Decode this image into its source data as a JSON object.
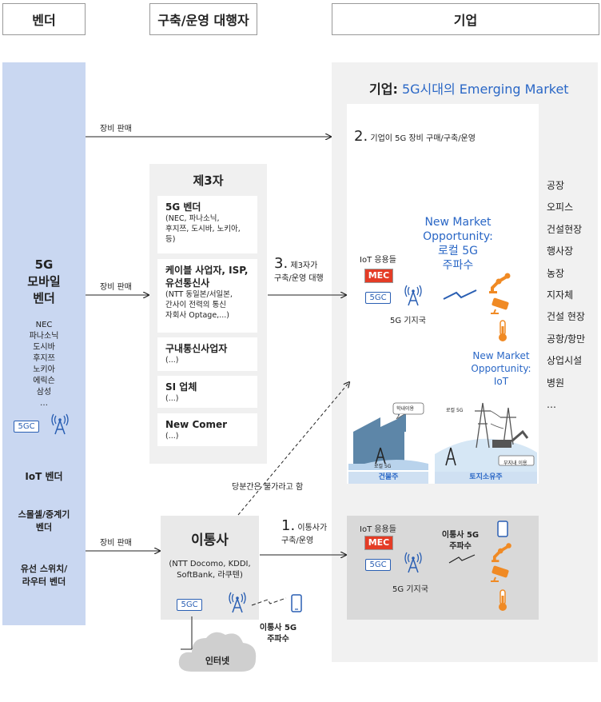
{
  "headers": {
    "vendor": "벤더",
    "operator": "구축/운영 대행자",
    "enterprise": "기업"
  },
  "vendor": {
    "title": [
      "5G",
      "모바일",
      "벤더"
    ],
    "names": [
      "NEC",
      "파나소닉",
      "도시바",
      "후지쯔",
      "노키아",
      "에릭슨",
      "삼성",
      "…"
    ],
    "tag_5gc": "5GC",
    "iot": "IoT 벤더",
    "smallcell": [
      "스몰셀/중계기",
      "벤더"
    ],
    "switch": [
      "유선 스위치/",
      "라우터 벤더"
    ]
  },
  "arrows": {
    "equip_sale_1": "장비 판매",
    "equip_sale_2": "장비 판매",
    "equip_sale_3": "장비 판매",
    "step2_num": "2.",
    "step2_text": "기업이 5G 장비 구매/구축/운영",
    "step3_num": "3.",
    "step3_line1": "제3자가",
    "step3_line2": "구축/운영 대행",
    "step1_num": "1.",
    "step1_line1": "이통사가",
    "step1_line2": "구축/운영",
    "dashed_note": "당분간은 불가라고 함"
  },
  "third_party": {
    "title": "제3자",
    "cards": [
      {
        "title": [
          "5G 벤더"
        ],
        "desc": [
          "(NEC, 파나소닉,",
          "후지쯔, 도시바, 노키아,",
          "등)"
        ]
      },
      {
        "title": [
          "케이블 사업자, ISP,",
          "유선통신사"
        ],
        "desc": [
          "(NTT 동일본/서일본,",
          "간사이 전력의 통신",
          "자회사 Optage,...)"
        ]
      },
      {
        "title": [
          "구내통신사업자"
        ],
        "desc": [
          "(...)"
        ]
      },
      {
        "title": [
          "SI 업체"
        ],
        "desc": [
          "(...)"
        ]
      },
      {
        "title": [
          "New Comer"
        ],
        "desc": [
          "(...)"
        ]
      }
    ]
  },
  "carrier": {
    "title": "이통사",
    "desc": [
      "(NTT Docomo, KDDI,",
      "SoftBank, 라쿠텐)"
    ],
    "tag_5gc": "5GC",
    "freq": [
      "이통사 5G",
      "주파수"
    ],
    "internet": "인터넷"
  },
  "enterprise": {
    "title_bold": "기업:",
    "title_rest": "5G시대의 Emerging Market",
    "iot_apps": "IoT 응용들",
    "mec": "MEC",
    "tag_5gc": "5GC",
    "base_station": "5G 기지국",
    "opp_local": [
      "New Market",
      "Opportunity:",
      "로컬 5G",
      "주파수"
    ],
    "opp_iot": [
      "New Market",
      "Opportunity:",
      "IoT"
    ],
    "building_label": "건물주",
    "land_label": "토지소유주",
    "bld_bubble": "학내이용",
    "bld_local": "로컬 5G",
    "land_local": "로컬 5G",
    "land_bubble": "부지내 이용",
    "bottom_iot_apps": "IoT 응용들",
    "bottom_mec": "MEC",
    "bottom_5gc": "5GC",
    "bottom_base_station": "5G 기지국",
    "bottom_freq": [
      "이통사 5G",
      "주파수"
    ]
  },
  "places": [
    "공장",
    "오피스",
    "건설현장",
    "행사장",
    "농장",
    "지자체",
    "건설 현장",
    "공항/항만",
    "상업시설",
    "병원",
    "…"
  ],
  "colors": {
    "vendor_bg": "#c9d7f1",
    "accent_blue": "#2a67c6",
    "mec_red": "#e43c26",
    "iot_orange": "#f08a24"
  }
}
